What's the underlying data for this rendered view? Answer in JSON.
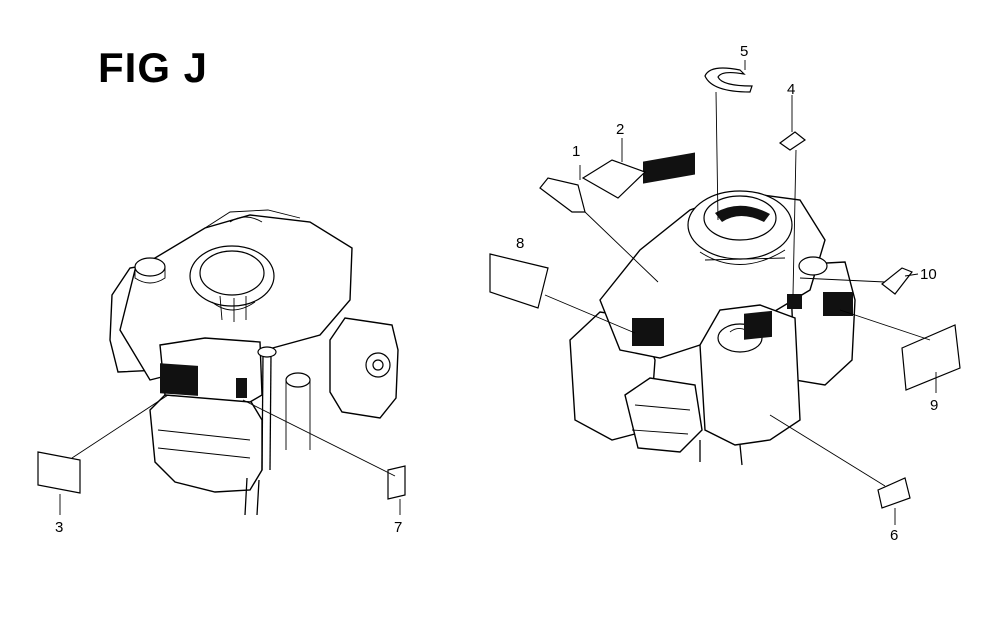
{
  "title": "FIG J",
  "callouts": [
    "1",
    "2",
    "3",
    "4",
    "5",
    "6",
    "7",
    "8",
    "9",
    "10"
  ]
}
